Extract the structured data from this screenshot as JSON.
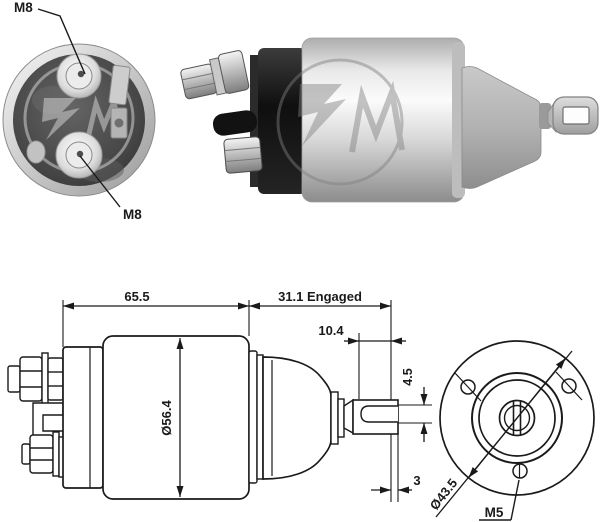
{
  "figure": {
    "type": "starter-solenoid technical diagram with product photos",
    "watermark": "ZM"
  },
  "labels": {
    "m8_top": "M8",
    "m8_bottom": "M8",
    "m5": "M5"
  },
  "dims": {
    "body_length": "65.5",
    "engaged": "31.1 Engaged",
    "travel": "10.4",
    "slot_h": "4.5",
    "tip_gap": "3",
    "body_dia": "Ø56.4",
    "bolt_dia": "Ø43.5"
  },
  "icons": {
    "zm_logo_watermark": "circle with lightning bolt Z and letter M"
  },
  "colors": {
    "background": "#ffffff",
    "line": "#1a1a1a",
    "metal_light": "#f2f2f2",
    "metal_dark": "#8f8f8f",
    "cap_black": "#141414",
    "cone_gray": "#a8a8a8",
    "watermark_gray": "#c4c4c4"
  }
}
